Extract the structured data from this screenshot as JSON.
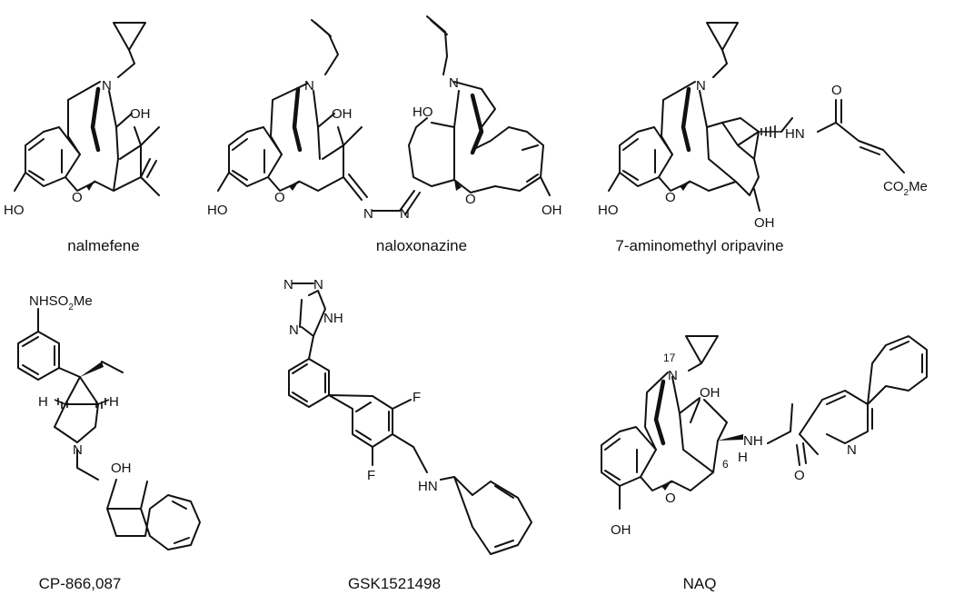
{
  "compounds": [
    {
      "name": "nalmefene"
    },
    {
      "name": "naloxonazine"
    },
    {
      "name": "7-aminomethyl oripavine"
    },
    {
      "name": "CP-866,087"
    },
    {
      "name": "GSK1521498"
    },
    {
      "name": "NAQ"
    }
  ],
  "atoms": {
    "N": "N",
    "O": "O",
    "OH": "OH",
    "HO": "HO",
    "F": "F",
    "H": "H",
    "HN": "HN",
    "NH": "NH",
    "NHSO": "NHSO",
    "two": "2",
    "Me": "Me",
    "CO": "CO",
    "pos17": "17",
    "pos6": "6"
  }
}
